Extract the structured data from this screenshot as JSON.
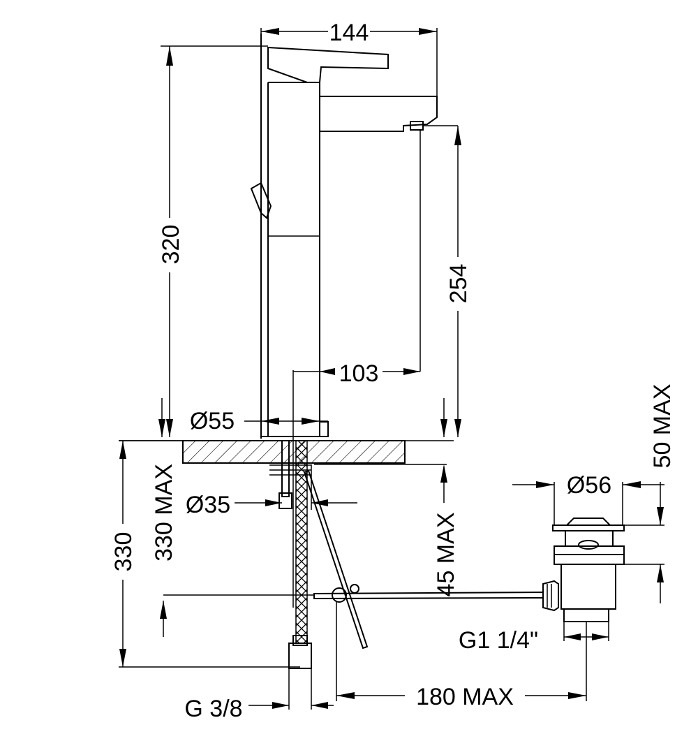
{
  "dimensions": {
    "tap_width": "144",
    "tap_height": "320",
    "spout_height": "254",
    "spout_reach": "103",
    "base_diameter": "Ø55",
    "hole_diameter": "Ø35",
    "max_deck_thickness": "330 MAX",
    "hose_length": "330",
    "max_thread_length": "45 MAX",
    "waste_diameter": "Ø56",
    "waste_height_max": "50 MAX",
    "waste_thread": "G1 1/4\"",
    "hose_thread": "G 3/8",
    "rod_reach_max": "180 MAX"
  }
}
